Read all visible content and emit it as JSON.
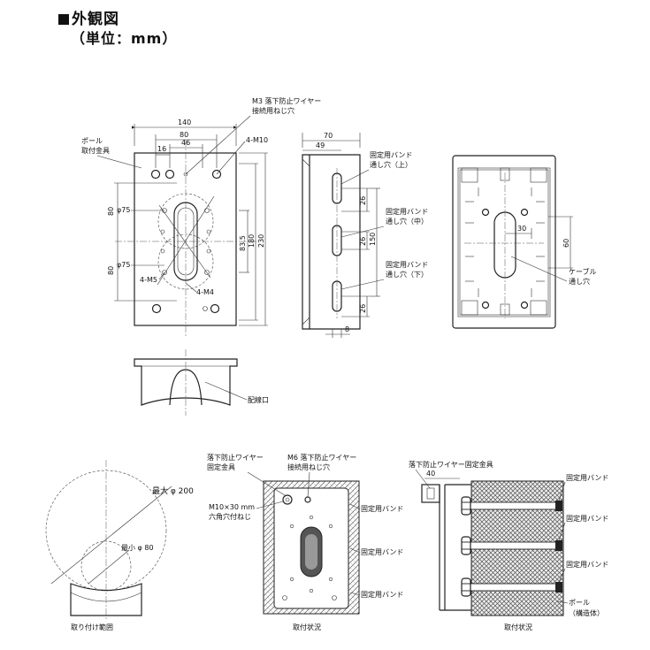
{
  "header": {
    "title": "外観図",
    "unit": "（単位：mm）"
  },
  "front_view": {
    "callout_wire_hole": [
      "M3 落下防止ワイヤー",
      "接続用ねじ穴"
    ],
    "callout_bracket": [
      "ポール",
      "取付金具"
    ],
    "callout_m10": "4-M10",
    "callout_m5": "4-M5",
    "callout_m4": "4-M4",
    "dim_140": "140",
    "dim_80": "80",
    "dim_46": "46",
    "dim_16": "16",
    "dim_phi75_top": "φ75",
    "dim_phi75_bottom": "φ75",
    "dim_80_left_top": "80",
    "dim_80_left_bottom": "80",
    "dim_83_5": "83.5",
    "dim_180": "180",
    "dim_230": "230"
  },
  "side_view": {
    "dim_70": "70",
    "dim_49": "49",
    "dim_8": "8",
    "dim_26_top": "26",
    "dim_26_mid": "26",
    "dim_26_bottom": "26",
    "dim_150": "150",
    "band_top": [
      "固定用バンド",
      "通し穴（上）"
    ],
    "band_mid": [
      "固定用バンド",
      "通し穴（中）"
    ],
    "band_bottom": [
      "固定用バンド",
      "通し穴（下）"
    ]
  },
  "rear_view": {
    "dim_30": "30",
    "dim_60": "60",
    "cable_hole": [
      "ケーブル",
      "通し穴"
    ]
  },
  "bottom_view": {
    "wiring_port": "配線口"
  },
  "range_view": {
    "max": "最大 φ 200",
    "min": "最小 φ 80",
    "caption": "取り付け範囲"
  },
  "mount_view": {
    "wire_bracket": [
      "落下防止ワイヤー",
      "固定金具"
    ],
    "m6_hole": [
      "M6 落下防止ワイヤー",
      "接続用ねじ穴"
    ],
    "bolt": [
      "M10×30 mm",
      "六角穴付ねじ"
    ],
    "band1": "固定用バンド",
    "band2": "固定用バンド",
    "band3": "固定用バンド",
    "caption": "取付状況"
  },
  "side_mount_view": {
    "wire_bracket": "落下防止ワイヤー固定金具",
    "dim_40": "40",
    "band1": "固定用バンド",
    "band2": "固定用バンド",
    "band3": "固定用バンド",
    "pole": [
      "ポール",
      "（構造体）"
    ],
    "caption": "取付状況"
  }
}
